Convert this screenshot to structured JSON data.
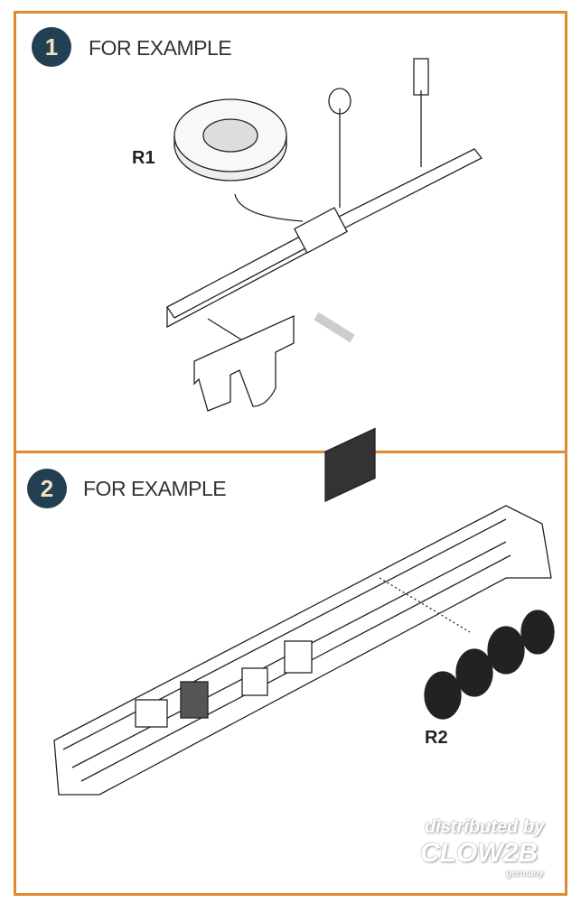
{
  "steps": [
    {
      "number": "1",
      "title": "FOR EXAMPLE",
      "part_label": "R1"
    },
    {
      "number": "2",
      "title": "FOR EXAMPLE",
      "part_label": "R2"
    }
  ],
  "watermark": {
    "line1": "distributed by",
    "line2": "CLOW2B",
    "line3": "germany"
  },
  "colors": {
    "border": "#e08a2e",
    "badge": "#233f52"
  }
}
